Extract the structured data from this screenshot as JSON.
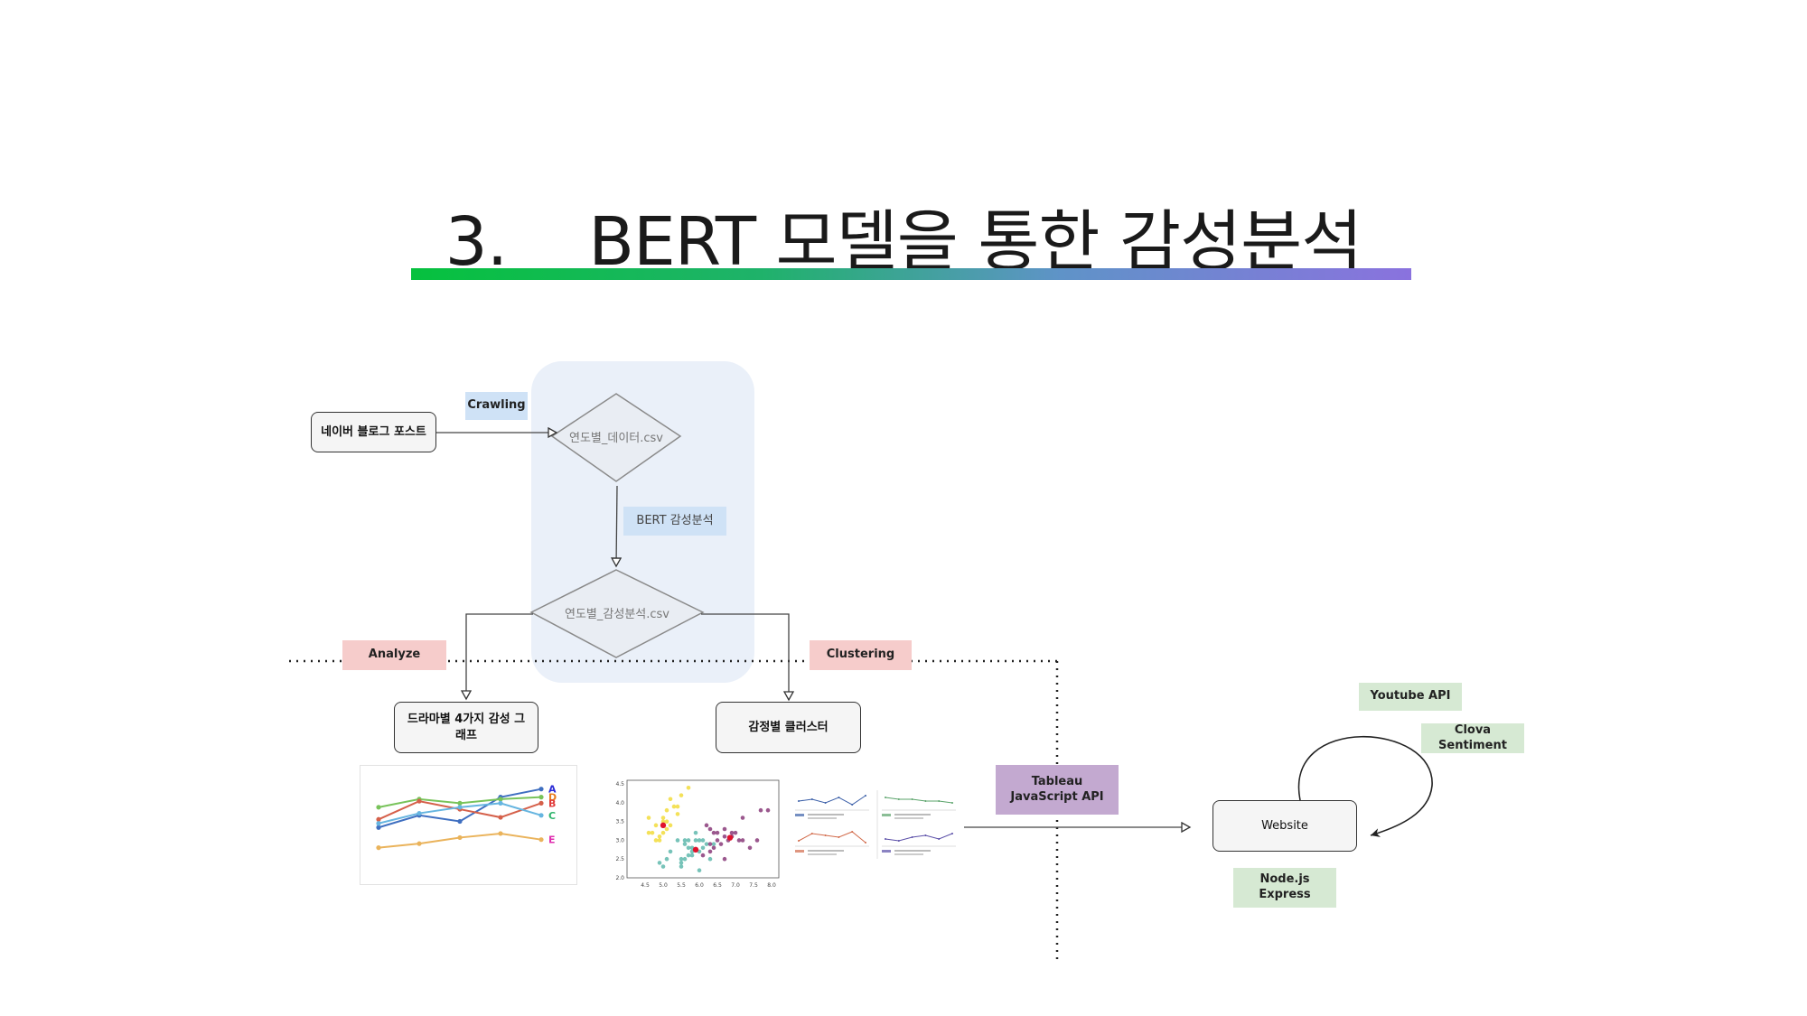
{
  "slide": {
    "title_number": "3.",
    "title_text": "BERT 모델을 통한 감성분석"
  },
  "nodes": {
    "naver_blog": "네이버 블로그 포스트",
    "yearly_data": "연도별_데이터.csv",
    "yearly_sentiment": "연도별_감성분석.csv",
    "drama_graph": "드라마별 4가지 감성 그래프",
    "emotion_cluster": "감정별 클러스터",
    "website": "Website"
  },
  "labels": {
    "crawling": "Crawling",
    "bert": "BERT 감성분석",
    "analyze": "Analyze",
    "clustering": "Clustering",
    "tableau": "Tableau JavaScript API",
    "youtube": "Youtube API",
    "clova": "Clova Sentiment",
    "node": "Node.js Express"
  },
  "colors": {
    "gradient_start": "#06c13e",
    "gradient_end": "#8a72de",
    "group_bg": "#e8eef8",
    "tag_blue": "#cfe2f6",
    "tag_red": "#f6cccb",
    "tag_green": "#d6e9d3",
    "tag_purple": "#c3a9d0"
  },
  "chart_data": [
    {
      "type": "line",
      "x": [
        1,
        2,
        3,
        4,
        5
      ],
      "series": [
        {
          "name": "A",
          "color": "#3f6fc0",
          "values": [
            2.4,
            3.0,
            2.7,
            3.9,
            4.3
          ]
        },
        {
          "name": "D",
          "color": "#78c35a",
          "values": [
            3.4,
            3.8,
            3.6,
            3.8,
            3.9
          ]
        },
        {
          "name": "B",
          "color": "#d5604a",
          "values": [
            2.8,
            3.7,
            3.3,
            2.9,
            3.6
          ]
        },
        {
          "name": "C",
          "color": "#66b5e0",
          "values": [
            2.6,
            3.1,
            3.4,
            3.6,
            3.0
          ]
        },
        {
          "name": "E",
          "color": "#eab35b",
          "values": [
            1.4,
            1.6,
            1.9,
            2.1,
            1.8
          ]
        }
      ],
      "legend_colors": {
        "A": "#2a2ad5",
        "D": "#e87d1e",
        "B": "#e03a3a",
        "C": "#2fb46c",
        "E": "#e02fb0"
      },
      "ylim": [
        0,
        5
      ]
    },
    {
      "type": "scatter",
      "x_ticks": [
        "4.5",
        "5.0",
        "5.5",
        "6.0",
        "6.5",
        "7.0",
        "7.5",
        "8.0"
      ],
      "y_ticks": [
        "2.0",
        "2.5",
        "3.0",
        "3.5",
        "4.0",
        "4.5"
      ],
      "xlim": [
        4.0,
        8.2
      ],
      "ylim": [
        2.0,
        4.6
      ],
      "clusters": [
        {
          "color": "#f2dc3c",
          "points": [
            [
              4.6,
              3.2
            ],
            [
              4.8,
              3.4
            ],
            [
              4.9,
              3.0
            ],
            [
              5.0,
              3.5
            ],
            [
              5.1,
              3.8
            ],
            [
              5.2,
              3.4
            ],
            [
              5.0,
              3.6
            ],
            [
              5.3,
              3.9
            ],
            [
              4.7,
              3.2
            ],
            [
              5.4,
              3.7
            ],
            [
              5.1,
              3.3
            ],
            [
              4.9,
              3.1
            ],
            [
              5.5,
              4.2
            ],
            [
              5.2,
              4.1
            ],
            [
              4.8,
              3.0
            ],
            [
              5.7,
              4.4
            ],
            [
              5.4,
              3.9
            ],
            [
              5.0,
              3.2
            ],
            [
              5.1,
              3.5
            ],
            [
              4.6,
              3.6
            ]
          ]
        },
        {
          "color": "#5fb8ad",
          "points": [
            [
              5.5,
              2.5
            ],
            [
              5.6,
              2.9
            ],
            [
              5.8,
              2.7
            ],
            [
              5.7,
              2.8
            ],
            [
              6.0,
              2.2
            ],
            [
              5.9,
              3.0
            ],
            [
              6.1,
              2.8
            ],
            [
              5.5,
              2.4
            ],
            [
              5.6,
              3.0
            ],
            [
              6.2,
              2.9
            ],
            [
              5.8,
              2.6
            ],
            [
              5.7,
              2.6
            ],
            [
              6.0,
              2.7
            ],
            [
              5.4,
              3.0
            ],
            [
              5.5,
              2.3
            ],
            [
              6.3,
              2.5
            ],
            [
              5.0,
              2.3
            ],
            [
              4.9,
              2.4
            ],
            [
              6.1,
              3.0
            ],
            [
              5.6,
              2.5
            ],
            [
              5.8,
              2.8
            ],
            [
              6.0,
              3.0
            ],
            [
              5.2,
              2.7
            ],
            [
              5.9,
              3.2
            ],
            [
              6.4,
              2.9
            ],
            [
              5.1,
              2.5
            ],
            [
              5.7,
              3.0
            ]
          ]
        },
        {
          "color": "#8a3b7a",
          "points": [
            [
              6.3,
              3.3
            ],
            [
              6.5,
              3.0
            ],
            [
              6.7,
              3.1
            ],
            [
              6.9,
              3.1
            ],
            [
              7.0,
              3.2
            ],
            [
              6.4,
              3.2
            ],
            [
              6.8,
              3.0
            ],
            [
              7.2,
              3.6
            ],
            [
              7.7,
              3.8
            ],
            [
              6.6,
              2.9
            ],
            [
              6.9,
              3.2
            ],
            [
              7.1,
              3.0
            ],
            [
              6.2,
              3.4
            ],
            [
              6.5,
              3.2
            ],
            [
              6.7,
              3.3
            ],
            [
              7.4,
              2.8
            ],
            [
              7.6,
              3.0
            ],
            [
              7.9,
              3.8
            ],
            [
              6.3,
              2.9
            ],
            [
              6.4,
              2.8
            ],
            [
              6.7,
              2.5
            ],
            [
              6.3,
              2.7
            ],
            [
              7.2,
              3.0
            ],
            [
              6.1,
              2.6
            ]
          ]
        }
      ],
      "centroids": [
        [
          5.0,
          3.4
        ],
        [
          5.9,
          2.75
        ],
        [
          6.85,
          3.07
        ]
      ]
    }
  ]
}
